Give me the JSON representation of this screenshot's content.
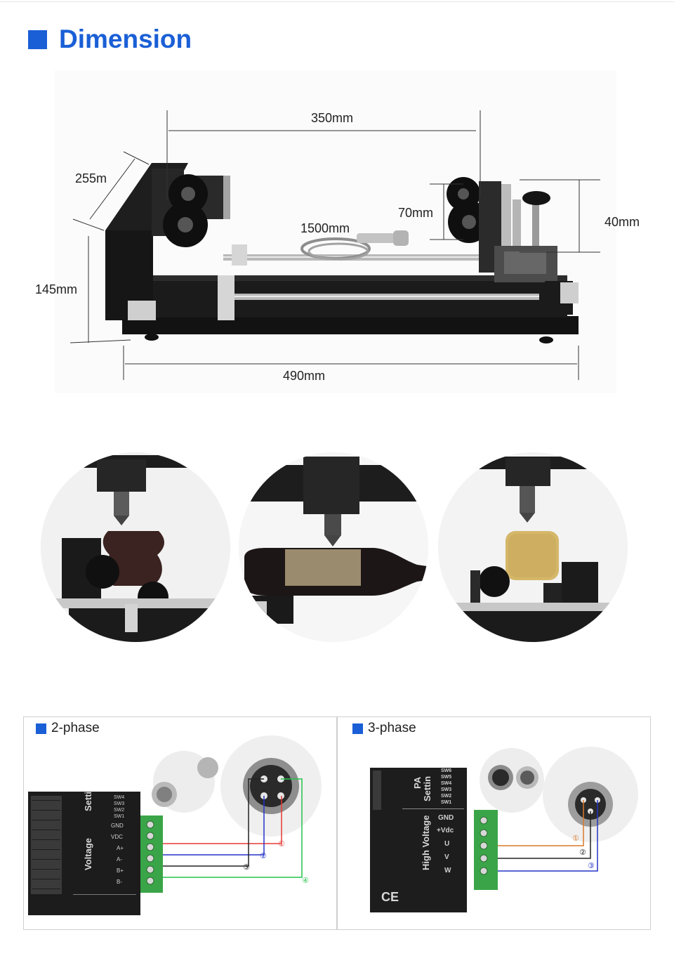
{
  "header": {
    "title": "Dimension"
  },
  "dimensions": {
    "top_length": "350mm",
    "depth": "255m",
    "cable": "1500mm",
    "wheel_height": "70mm",
    "chuck_height": "40mm",
    "height": "145mm",
    "base_length": "490mm"
  },
  "panels": {
    "left": {
      "title": "2-phase",
      "board_labels": {
        "sw": [
          "SW4",
          "SW3",
          "SW2",
          "SW1"
        ],
        "terms": [
          "GND",
          "VDC",
          "A+",
          "A-",
          "B+",
          "B-"
        ],
        "side_top": "Setti",
        "side": "Voltage"
      },
      "markers": [
        "①",
        "②",
        "③",
        "④"
      ]
    },
    "right": {
      "title": "3-phase",
      "board_labels": {
        "pa": "PA",
        "setting": "Settin",
        "sw": [
          "SW6",
          "SW5",
          "SW4",
          "SW3",
          "SW2",
          "SW1"
        ],
        "terms": [
          "GND",
          "+Vdc",
          "U",
          "V",
          "W"
        ],
        "side": "High Voltage",
        "ce": "CE"
      },
      "markers": [
        "①",
        "②",
        "③"
      ]
    }
  },
  "colors": {
    "accent": "#1a5fd6",
    "wire_red": "#e53935",
    "wire_blue": "#2533c9",
    "wire_black": "#222222",
    "wire_green": "#27c24c",
    "wire_orange": "#d8782a",
    "terminal_green": "#3aa548"
  }
}
